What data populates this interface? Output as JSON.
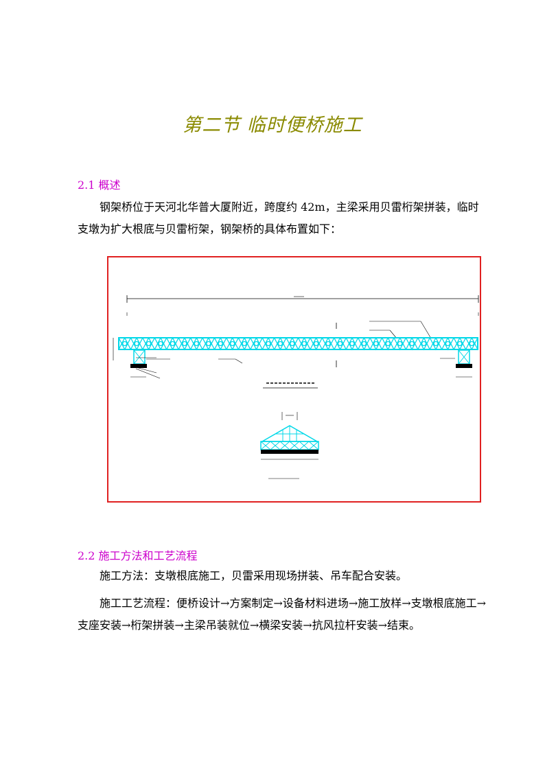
{
  "title": "第二节 临时便桥施工",
  "sections": [
    {
      "heading": "2.1 概述",
      "paragraphs": [
        "钢架桥位于天河北华普大厦附近，跨度约 42m，主梁采用贝雷桁架拼装，临时支墩为扩大根底与贝雷桁架，钢架桥的具体布置如下："
      ]
    },
    {
      "heading": "2.2 施工方法和工艺流程",
      "paragraphs": [
        "施工方法：支墩根底施工，贝雷采用现场拼装、吊车配合安装。",
        "施工工艺流程：便桥设计→方案制定→设备材料进场→施工放样→支墩根底施工→支座安装→桁架拼装→主梁吊装就位→横梁安装→抗风拉杆安装→结束。"
      ]
    }
  ],
  "colors": {
    "title": "#8a8a00",
    "heading": "#cc00cc",
    "frame": "#e02020",
    "truss": "#00d8e8"
  }
}
